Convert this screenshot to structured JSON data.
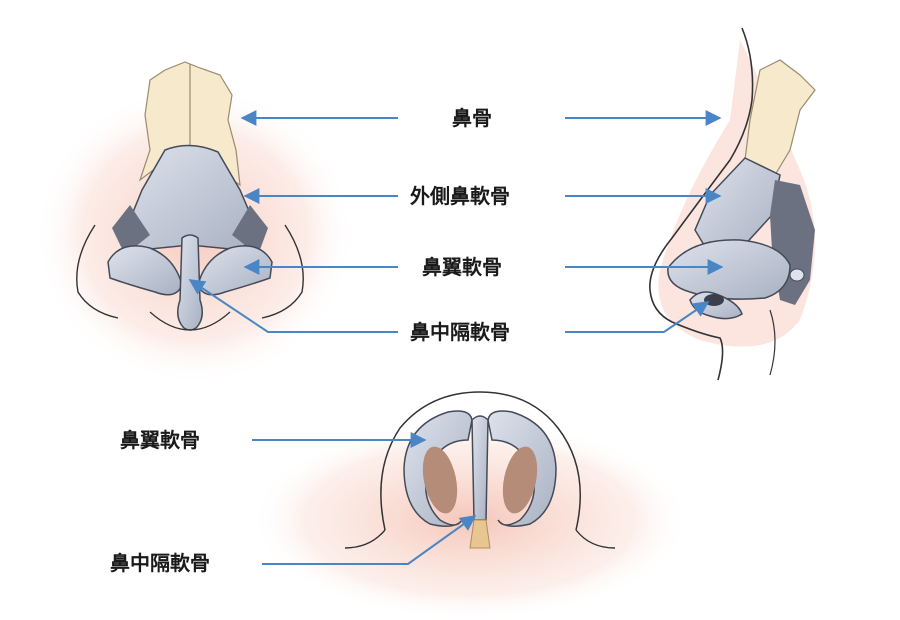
{
  "labels": {
    "nasal_bone": "鼻骨",
    "lateral_cartilage": "外側鼻軟骨",
    "alar_cartilage": "鼻翼軟骨",
    "septal_cartilage": "鼻中隔軟骨",
    "alar_cartilage_bottom": "鼻翼軟骨",
    "septal_cartilage_bottom": "鼻中隔軟骨"
  },
  "colors": {
    "skin_glow": "#f6c6b8",
    "bone": "#f7e9cc",
    "cartilage": "#c3cad8",
    "cartilage_dark": "#6b7180",
    "nostril": "#b48c78",
    "arrow": "#4a86c5",
    "outline": "#333333"
  }
}
